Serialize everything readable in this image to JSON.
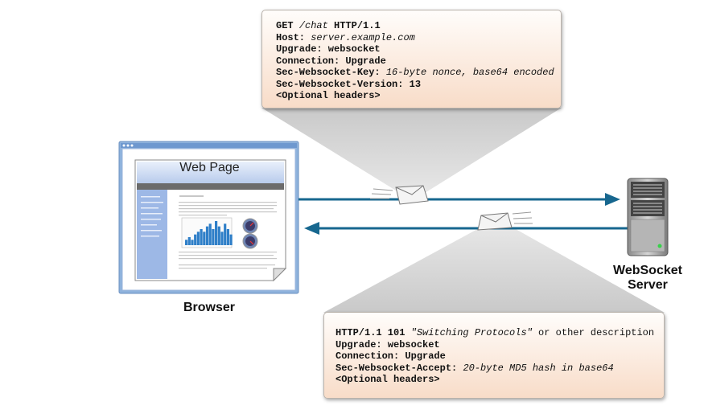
{
  "request": {
    "lines": [
      [
        {
          "t": "GET ",
          "s": "k"
        },
        {
          "t": "/chat ",
          "s": "v"
        },
        {
          "t": "HTTP/1.1",
          "s": "k"
        }
      ],
      [
        {
          "t": "Host: ",
          "s": "k"
        },
        {
          "t": "server.example.com",
          "s": "v"
        }
      ],
      [
        {
          "t": "Upgrade: websocket",
          "s": "k"
        }
      ],
      [
        {
          "t": "Connection: Upgrade",
          "s": "k"
        }
      ],
      [
        {
          "t": "Sec-Websocket-Key: ",
          "s": "k"
        },
        {
          "t": "16-byte nonce, base64 encoded",
          "s": "v"
        }
      ],
      [
        {
          "t": "Sec-Websocket-Version: 13",
          "s": "k"
        }
      ],
      [
        {
          "t": "<Optional headers>",
          "s": "k"
        }
      ]
    ]
  },
  "response": {
    "lines": [
      [
        {
          "t": "HTTP/1.1 101 ",
          "s": "k"
        },
        {
          "t": "\"Switching Protocols\"",
          "s": "v"
        },
        {
          "t": " or other description",
          "s": ""
        }
      ],
      [
        {
          "t": "Upgrade: websocket",
          "s": "k"
        }
      ],
      [
        {
          "t": "Connection: Upgrade",
          "s": "k"
        }
      ],
      [
        {
          "t": "Sec-Websocket-Accept: ",
          "s": "k"
        },
        {
          "t": "20-byte MD5 hash in base64",
          "s": "v"
        }
      ],
      [
        {
          "t": "<Optional headers>",
          "s": "k"
        }
      ]
    ]
  },
  "browser": {
    "label": "Browser",
    "page_title": "Web Page"
  },
  "server": {
    "label_line1": "WebSocket",
    "label_line2": "Server"
  },
  "thumbnail": {
    "bar_values": [
      2,
      3,
      2,
      4,
      5,
      6,
      5,
      7,
      8,
      6,
      9,
      7,
      5,
      8,
      6,
      4
    ]
  },
  "colors": {
    "arrow": "#17678f",
    "box_top": "#fffdfb",
    "box_bottom": "#f8dcc8",
    "browser_sidebar": "#9db8e6"
  }
}
